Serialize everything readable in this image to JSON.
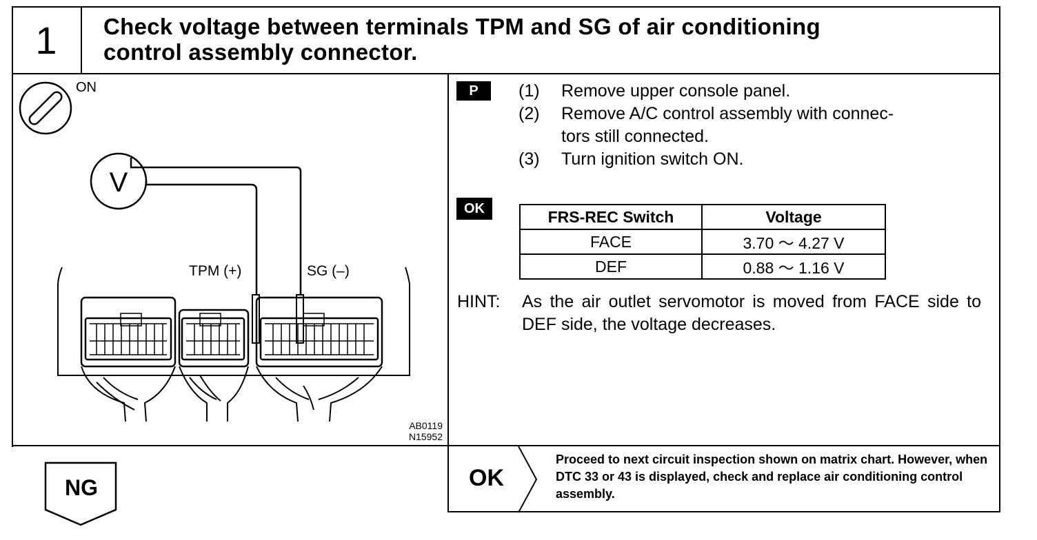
{
  "step_number": "1",
  "title_line1": "Check voltage between terminals TPM and SG of air conditioning",
  "title_line2": "control assembly connector.",
  "diagram": {
    "ignition_label": "ON",
    "voltmeter_label": "V",
    "tpm_label": "TPM (+)",
    "sg_label": "SG (–)",
    "fig_code_1": "AB0119",
    "fig_code_2": "N15952",
    "icons": [
      "ignition-switch-icon",
      "voltmeter-icon",
      "connector-icon"
    ]
  },
  "prep_badge": "P",
  "steps": [
    {
      "num": "(1)",
      "text": "Remove upper console panel."
    },
    {
      "num": "(2)",
      "text": "Remove A/C control assembly with connec-\ntors still connected."
    },
    {
      "num": "(3)",
      "text": "Turn ignition switch ON."
    }
  ],
  "ok_badge": "OK",
  "table": {
    "headers": [
      "FRS-REC Switch",
      "Voltage"
    ],
    "rows": [
      [
        "FACE",
        "3.70 ～ 4.27 V"
      ],
      [
        "DEF",
        "0.88 ～ 1.16 V"
      ]
    ]
  },
  "hint_label": "HINT:",
  "hint_text": "As the air outlet servomotor is moved from FACE side to DEF side, the voltage decreases.",
  "ok_result": "OK",
  "proceed_text": "Proceed to next circuit inspection shown on matrix chart. However, when DTC 33 or 43 is displayed, check and replace air conditioning control assembly.",
  "ng_result": "NG"
}
